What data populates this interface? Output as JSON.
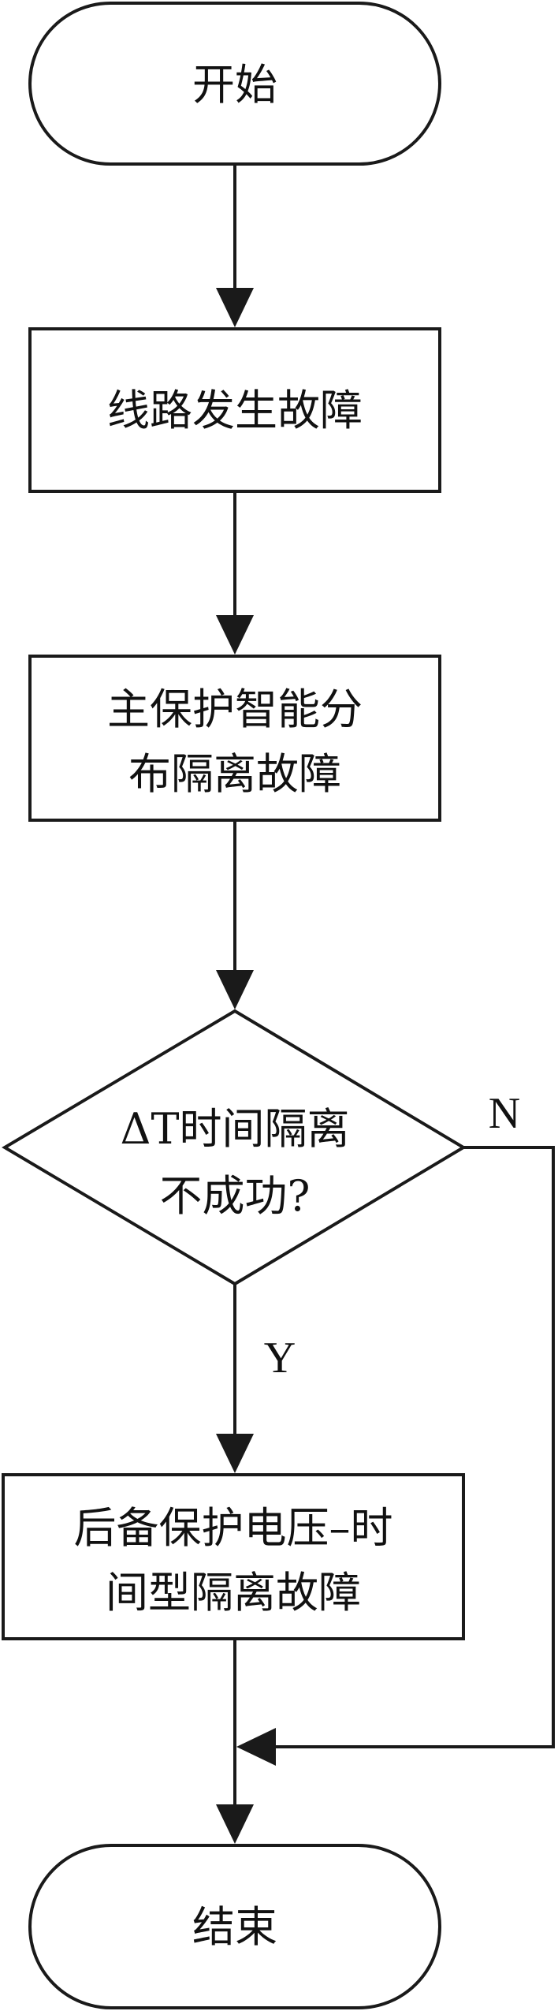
{
  "diagram": {
    "nodes": {
      "start": {
        "lines": [
          "开始"
        ]
      },
      "fault": {
        "lines": [
          "线路发生故障"
        ]
      },
      "main_protection": {
        "lines": [
          "主保护智能分",
          "布隔离故障"
        ]
      },
      "decision": {
        "lines": [
          "ΔT时间隔离",
          "不成功?"
        ]
      },
      "backup_protection": {
        "lines": [
          "后备保护电压–时",
          "间型隔离故障"
        ]
      },
      "end": {
        "lines": [
          "结束"
        ]
      }
    },
    "branches": {
      "yes": "Y",
      "no": "N"
    },
    "colors": {
      "stroke": "#1a1a1a",
      "background": "#ffffff"
    }
  }
}
